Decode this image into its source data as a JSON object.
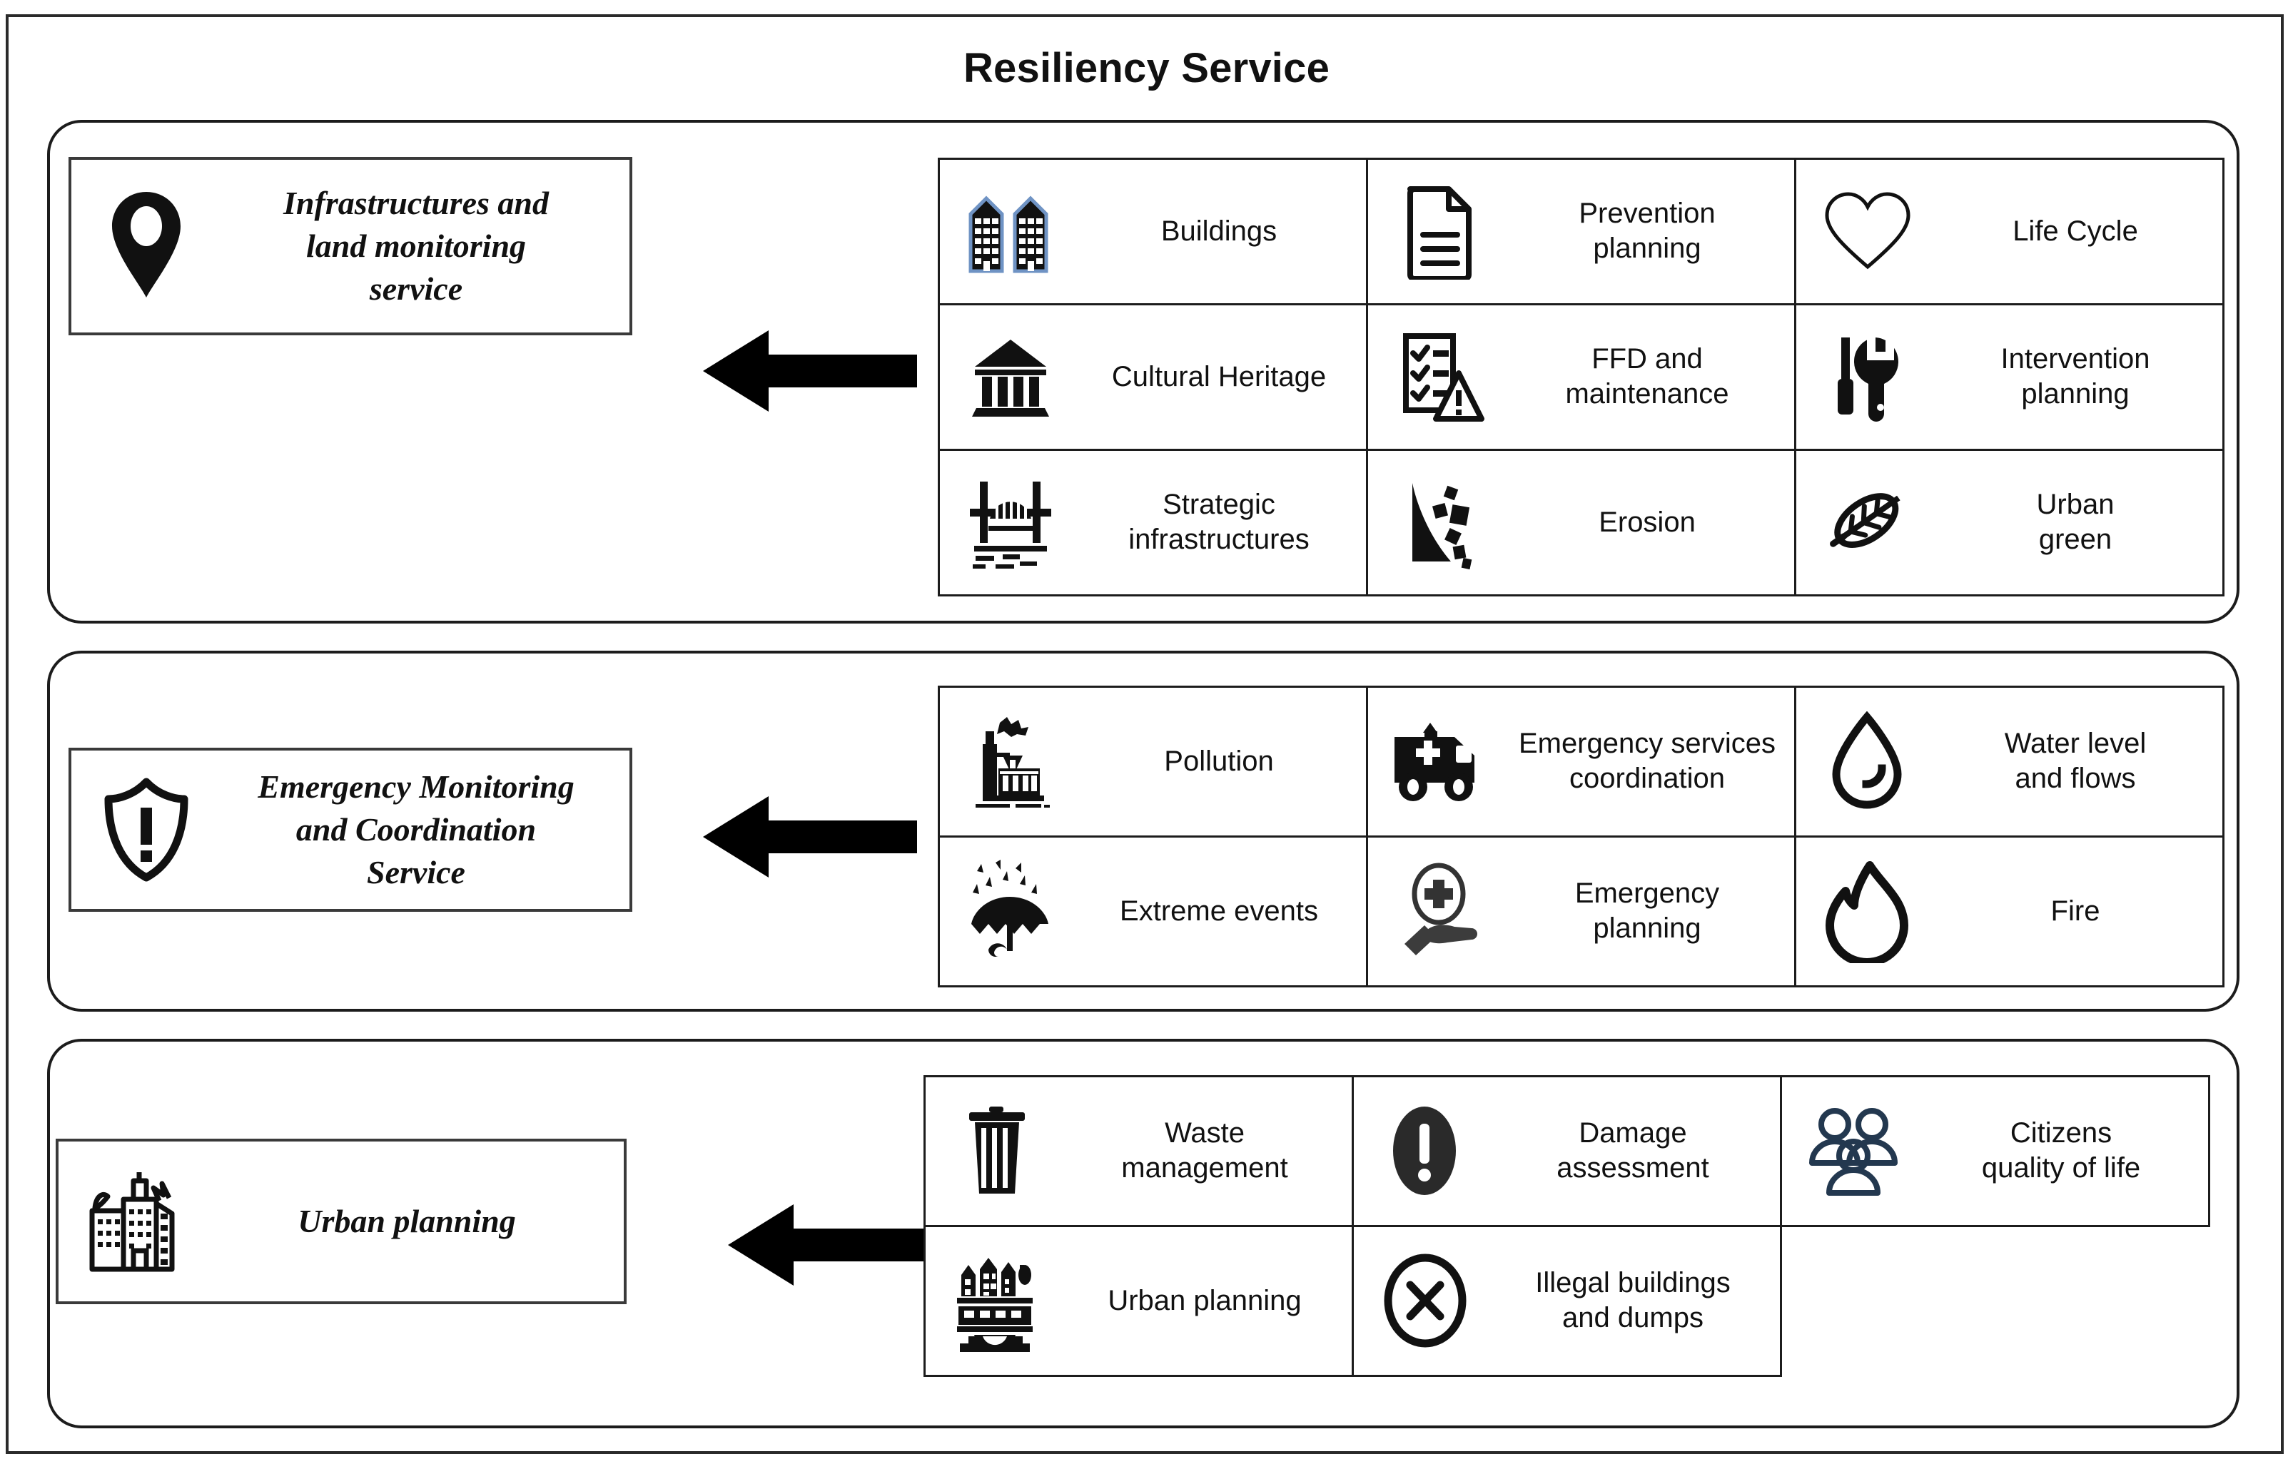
{
  "title": "Resiliency Service",
  "sections": [
    {
      "service": {
        "icon": "location-pin-icon",
        "label": "Infrastructures and\nland monitoring\nservice"
      },
      "arrow": "left-arrow-icon",
      "items": [
        {
          "icon": "buildings-icon",
          "label": "Buildings"
        },
        {
          "icon": "document-lines-icon",
          "label": "Prevention\nplanning"
        },
        {
          "icon": "heart-outline-icon",
          "label": "Life Cycle"
        },
        {
          "icon": "classical-temple-icon",
          "label": "Cultural Heritage"
        },
        {
          "icon": "checklist-warning-icon",
          "label": "FFD and\nmaintenance"
        },
        {
          "icon": "screwdriver-wrench-icon",
          "label": "Intervention\nplanning"
        },
        {
          "icon": "bridge-icon",
          "label": "Strategic\ninfrastructures"
        },
        {
          "icon": "landslide-erosion-icon",
          "label": "Erosion"
        },
        {
          "icon": "leaf-icon",
          "label": "Urban\ngreen"
        }
      ]
    },
    {
      "service": {
        "icon": "shield-exclamation-icon",
        "label": "Emergency Monitoring\nand Coordination\nService"
      },
      "arrow": "left-arrow-icon",
      "items": [
        {
          "icon": "factory-pollution-icon",
          "label": "Pollution"
        },
        {
          "icon": "ambulance-icon",
          "label": "Emergency services\ncoordination"
        },
        {
          "icon": "water-drop-icon",
          "label": "Water level\nand flows"
        },
        {
          "icon": "umbrella-rain-icon",
          "label": "Extreme events"
        },
        {
          "icon": "hand-plus-circle-icon",
          "label": "Emergency\nplanning"
        },
        {
          "icon": "flame-icon",
          "label": "Fire"
        }
      ]
    },
    {
      "service": {
        "icon": "city-skyline-icon",
        "label": "Urban planning"
      },
      "arrow": "left-arrow-icon",
      "items": [
        {
          "icon": "trash-bin-icon",
          "label": "Waste\nmanagement"
        },
        {
          "icon": "exclamation-oval-filled-icon",
          "label": "Damage\nassessment"
        },
        {
          "icon": "three-people-icon",
          "label": "Citizens\nquality of life"
        },
        {
          "icon": "city-gear-icon",
          "label": "Urban planning"
        },
        {
          "icon": "circle-x-icon",
          "label": "Illegal buildings\nand dumps"
        }
      ]
    }
  ],
  "colors": {
    "ink": "#111111",
    "frame": "#2a2a2a",
    "buildings_accent": "#6f93c4",
    "people_accent": "#23384f"
  }
}
